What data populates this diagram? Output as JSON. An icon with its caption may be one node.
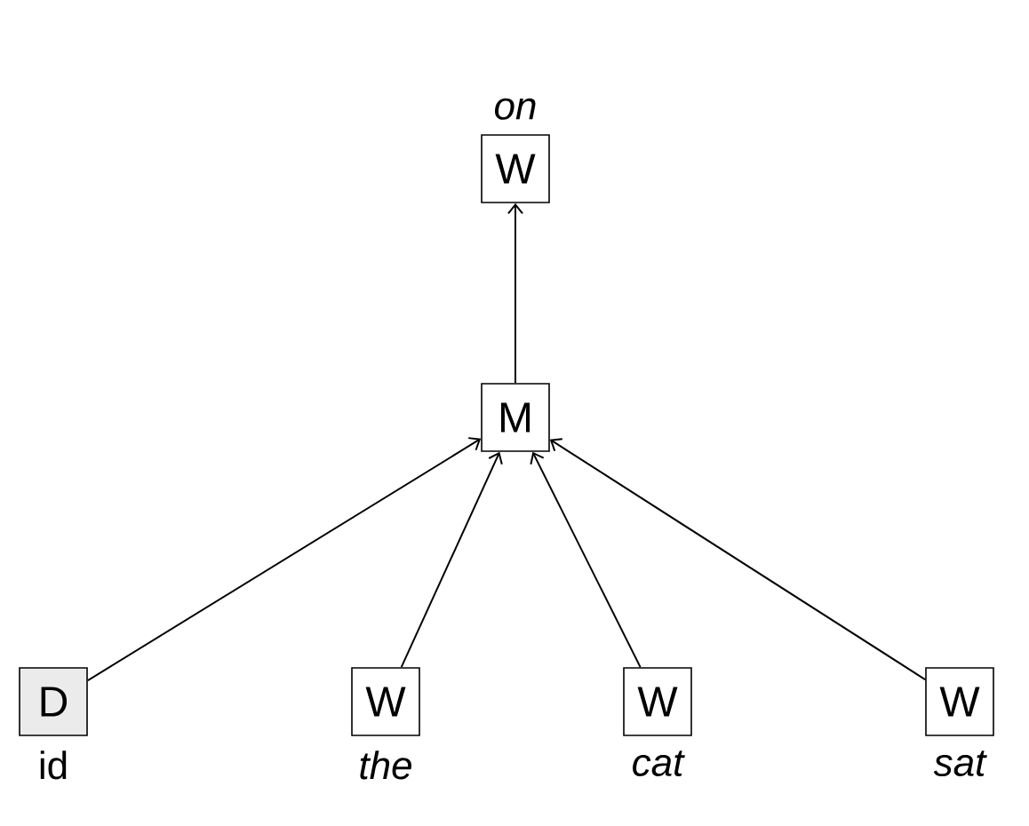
{
  "diagram": {
    "nodes": [
      {
        "text": [
          "W"
        ],
        "beside": [
          "on"
        ]
      },
      {
        "text": [
          "M"
        ]
      },
      {
        "text": [
          "D"
        ],
        "beside": [
          "id"
        ]
      },
      {
        "text": [
          "W"
        ],
        "beside": [
          "the"
        ]
      },
      {
        "text": [
          "W"
        ],
        "beside": [
          "cat"
        ]
      },
      {
        "text": [
          "W"
        ],
        "beside": [
          "sat"
        ]
      }
    ],
    "edges": [
      {
        "from": 1,
        "to": 0,
        "arrow": "to"
      },
      {
        "from": 2,
        "to": 1,
        "arrow": "to"
      },
      {
        "from": 3,
        "to": 1,
        "arrow": "to"
      },
      {
        "from": 4,
        "to": 1,
        "arrow": "to"
      },
      {
        "from": 5,
        "to": 1,
        "arrow": "to"
      }
    ]
  }
}
